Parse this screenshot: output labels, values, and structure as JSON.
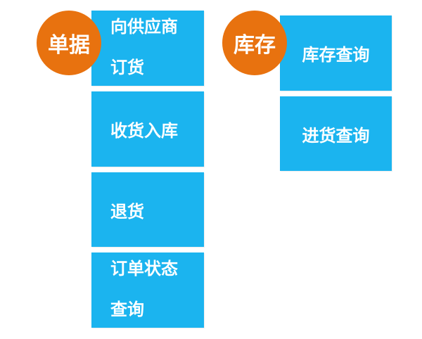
{
  "left_group": {
    "badge": "单据",
    "tiles": [
      {
        "label": "向供应商订货"
      },
      {
        "label": "收货入库"
      },
      {
        "label": "退货"
      },
      {
        "label": "订单状态查询"
      }
    ]
  },
  "right_group": {
    "badge": "库存",
    "tiles": [
      {
        "label": "库存查询"
      },
      {
        "label": "进货查询"
      }
    ]
  },
  "colors": {
    "tile": "#1bb4ef",
    "badge": "#e8720f",
    "text": "#ffffff"
  }
}
